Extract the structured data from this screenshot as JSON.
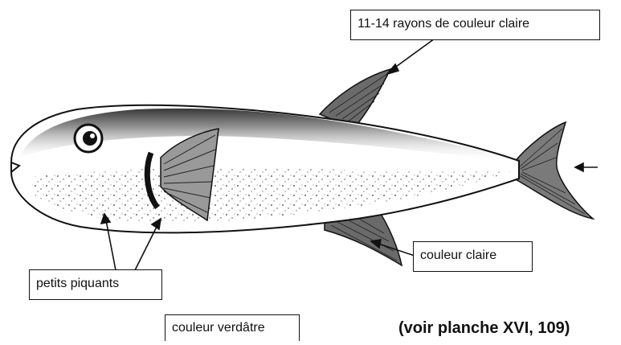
{
  "labels": {
    "rays": "11-14 rayons de couleur claire",
    "clear_color": "couleur claire",
    "spines": "petits piquants",
    "greenish": "couleur verdâtre"
  },
  "caption": "(voir planche XVI, 109)",
  "colors": {
    "ink": "#111111",
    "paper": "#ffffff",
    "fin_shade": "#555555"
  }
}
